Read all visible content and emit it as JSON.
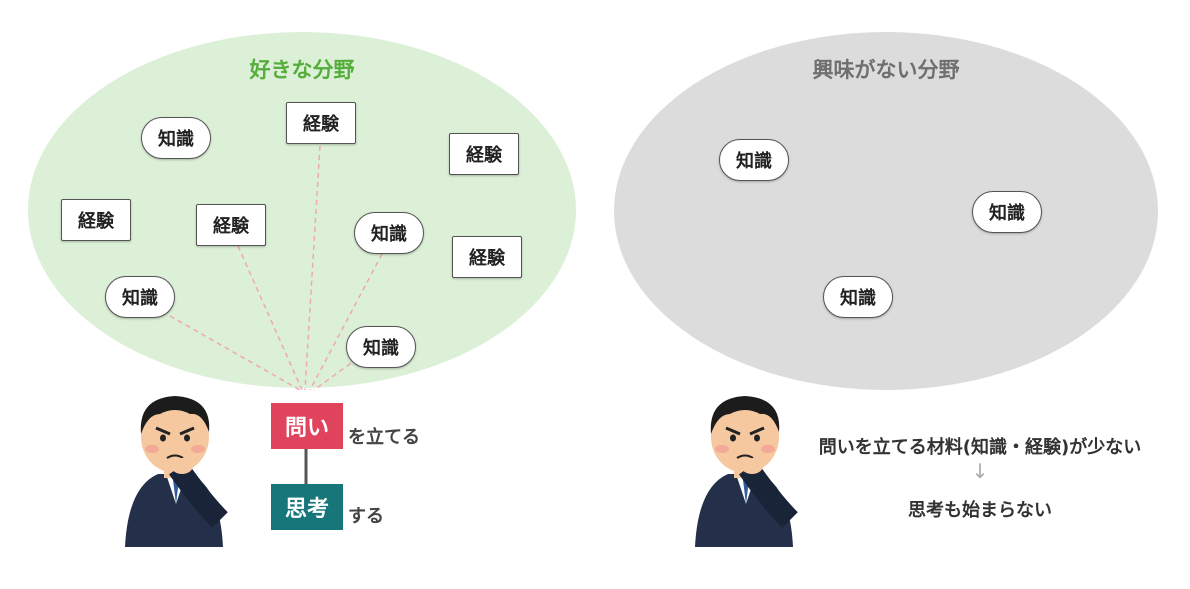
{
  "left_panel": {
    "title": "好きな分野",
    "knowledge_label": "知識",
    "experience_label": "経験",
    "question_tag": "問い",
    "question_suffix": "を立てる",
    "thinking_tag": "思考",
    "thinking_suffix": "する"
  },
  "right_panel": {
    "title": "興味がない分野",
    "knowledge_label": "知識",
    "line1": "問いを立てる材料(知識・経験)が少ない",
    "arrow": "↓",
    "line2": "思考も始まらない"
  },
  "colors": {
    "left_bg": "#dcf0d7",
    "right_bg": "#dcdcdc",
    "left_title": "#55ad3c",
    "right_title": "#6f6f6f",
    "question_tag": "#e0445c",
    "thinking_tag": "#16767a",
    "connector_line": "#f0a8b0"
  }
}
